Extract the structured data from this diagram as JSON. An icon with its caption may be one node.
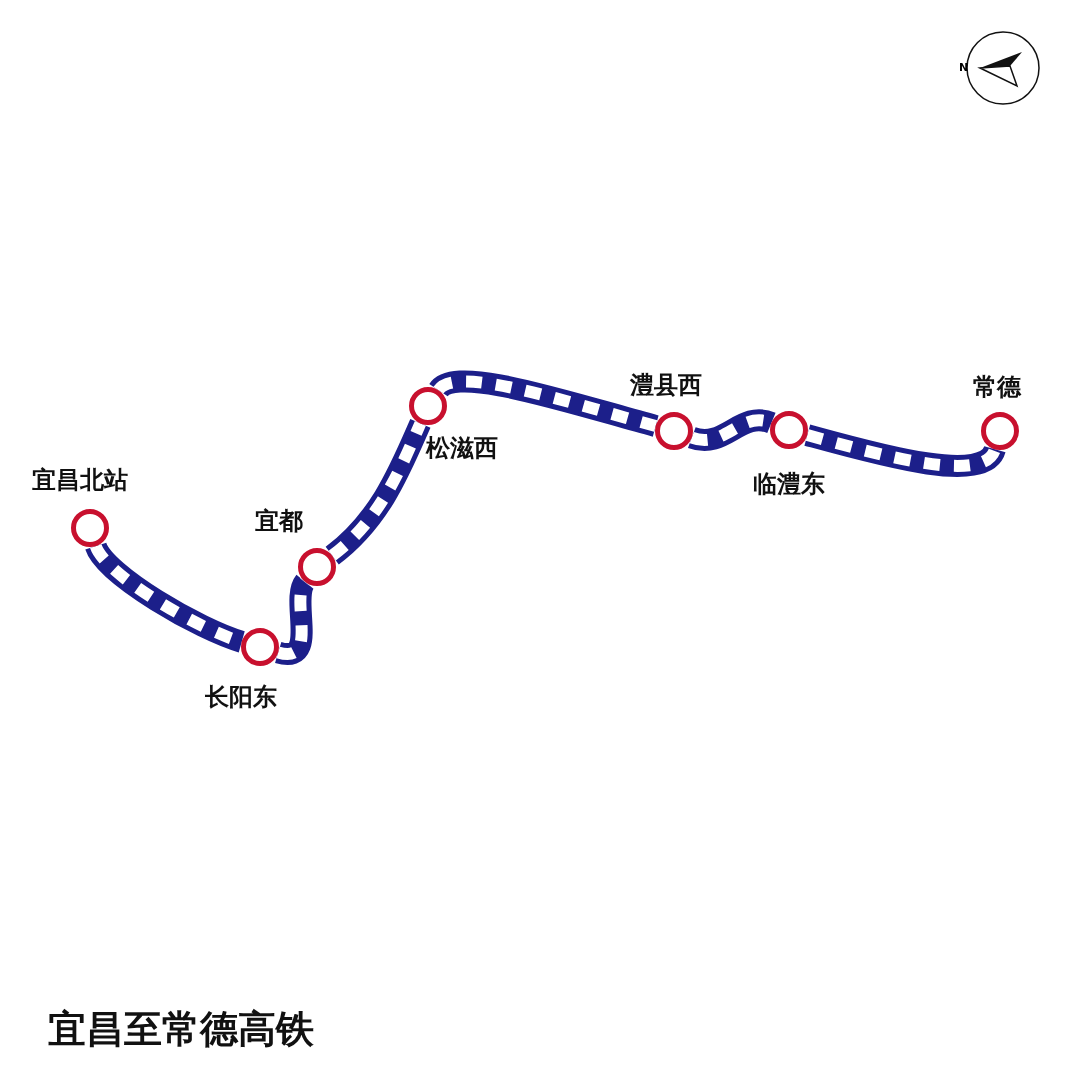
{
  "diagram": {
    "title": "宜昌至常德高铁",
    "nodes": [
      {
        "text": [],
        "shape": "circle",
        "beside": [
          "宜昌北站"
        ]
      },
      {
        "text": [],
        "shape": "circle",
        "beside": [
          "长阳东"
        ]
      },
      {
        "text": [],
        "shape": "circle",
        "beside": [
          "宜都"
        ]
      },
      {
        "text": [],
        "shape": "circle",
        "beside": [
          "松滋西"
        ]
      },
      {
        "text": [],
        "shape": "circle",
        "beside": [
          "澧县西"
        ]
      },
      {
        "text": [],
        "shape": "circle",
        "beside": [
          "临澧东"
        ]
      },
      {
        "text": [],
        "shape": "circle",
        "beside": [
          "常德"
        ]
      }
    ],
    "edges": [
      {
        "from": 0,
        "to": 1,
        "arrow": "none"
      },
      {
        "from": 1,
        "to": 2,
        "arrow": "none"
      },
      {
        "from": 2,
        "to": 3,
        "arrow": "none"
      },
      {
        "from": 3,
        "to": 4,
        "arrow": "none"
      },
      {
        "from": 4,
        "to": 5,
        "arrow": "none"
      },
      {
        "from": 5,
        "to": 6,
        "arrow": "none"
      }
    ],
    "labels": [
      "N"
    ]
  }
}
